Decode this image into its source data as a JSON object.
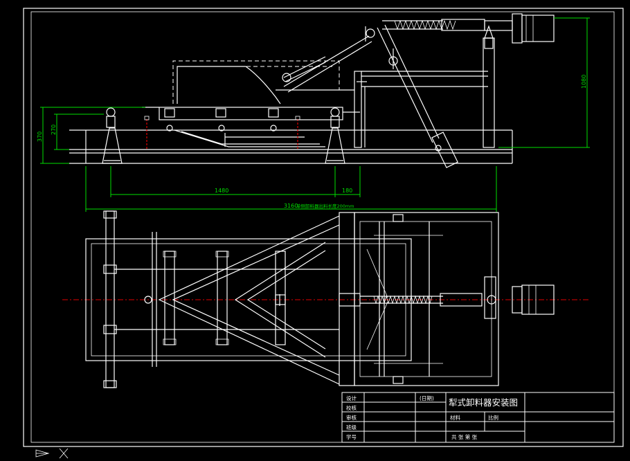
{
  "drawing": {
    "title": "犁式卸料器安装图",
    "background": "#000000",
    "line_color": "#ffffff",
    "dimension_color": "#00e000",
    "centerline_color": "#e00000"
  },
  "dimensions": {
    "d370": "370",
    "d270": "270",
    "d1080": "1080",
    "d1480": "1480",
    "d180": "180",
    "d3160": "3160",
    "note": "单侧卸料器出料长度200mm"
  },
  "title_block": {
    "design": "设计",
    "date": "(日期)",
    "check": "校核",
    "review": "审核",
    "class": "班级",
    "student_no": "学号",
    "material": "材料",
    "scale": "比例",
    "sheets": "共 张 第 张"
  },
  "footer": {
    "projection_icon": "first-angle-projection-icon",
    "cursor_icon": "crosshair-cursor-icon"
  }
}
